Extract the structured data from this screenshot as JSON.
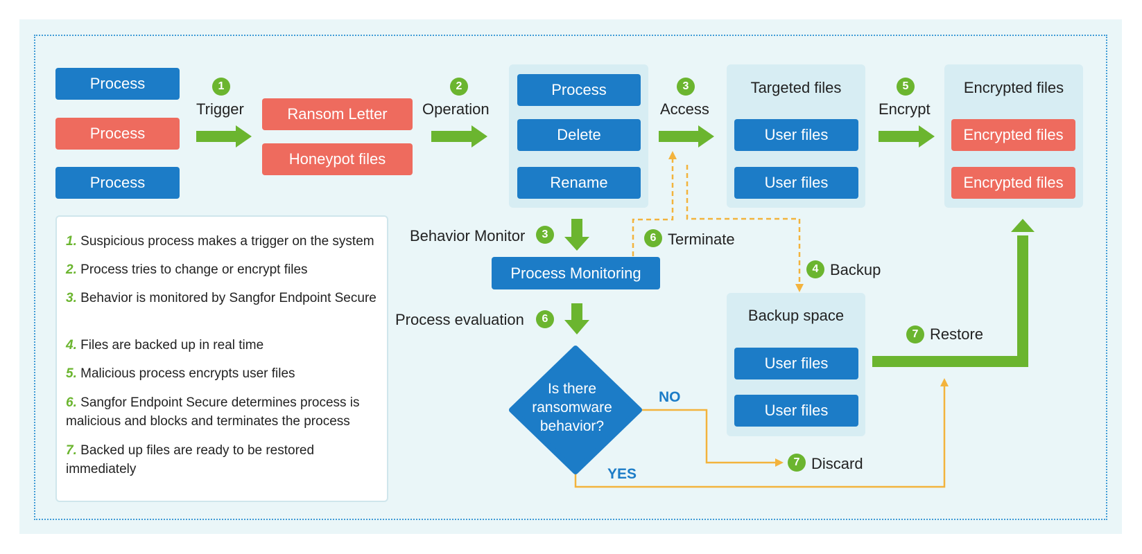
{
  "process_labels": [
    "Process",
    "Process",
    "Process"
  ],
  "trigger": {
    "num": "1",
    "label": "Trigger"
  },
  "ransom_letter": "Ransom Letter",
  "honeypot_files": "Honeypot files",
  "operation": {
    "num": "2",
    "label": "Operation"
  },
  "ops": [
    "Process",
    "Delete",
    "Rename"
  ],
  "access": {
    "num": "3",
    "label": "Access"
  },
  "targeted": {
    "title": "Targeted files",
    "files": [
      "User files",
      "User files"
    ]
  },
  "encrypt": {
    "num": "5",
    "label": "Encrypt"
  },
  "encrypted": {
    "title": "Encrypted files",
    "files": [
      "Encrypted files",
      "Encrypted files"
    ]
  },
  "behavior_monitor": {
    "label": "Behavior Monitor",
    "num": "3"
  },
  "terminate": {
    "num": "6",
    "label": "Terminate"
  },
  "process_monitoring": "Process Monitoring",
  "backup": {
    "num": "4",
    "label": "Backup"
  },
  "process_evaluation": {
    "label": "Process evaluation",
    "num": "6"
  },
  "backup_space": {
    "title": "Backup space",
    "files": [
      "User files",
      "User files"
    ]
  },
  "restore": {
    "num": "7",
    "label": "Restore"
  },
  "decision": {
    "line1": "Is there",
    "line2": "ransomware",
    "line3": "behavior?",
    "no": "NO",
    "yes": "YES"
  },
  "discard": {
    "num": "7",
    "label": "Discard"
  },
  "legend": [
    {
      "n": "1.",
      "text": "Suspicious process makes a trigger on the system"
    },
    {
      "n": "2.",
      "text": "Process tries to change or encrypt files"
    },
    {
      "n": "3.",
      "text": "Behavior is monitored by Sangfor Endpoint Secure"
    },
    {
      "n": "4.",
      "text": "Files are backed up in real time"
    },
    {
      "n": "5.",
      "text": "Malicious process encrypts user files"
    },
    {
      "n": "6.",
      "text": "Sangfor Endpoint Secure determines process is malicious and blocks and terminates the process"
    },
    {
      "n": "7.",
      "text": "Backed up files are ready to be restored immediately"
    }
  ],
  "colors": {
    "blue": "#1c7cc7",
    "red": "#ee6b5e",
    "green": "#6bb52f",
    "orange": "#f3b33d",
    "panel": "#eaf6f8"
  }
}
